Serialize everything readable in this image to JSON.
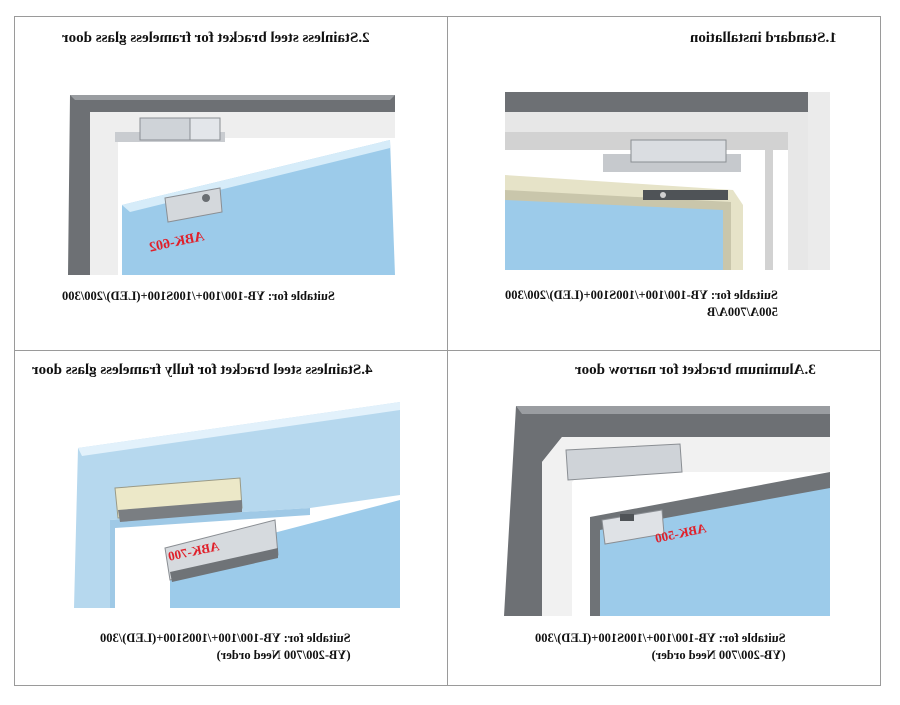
{
  "panels": [
    {
      "title": "1.Standard installation",
      "suitable_lines": [
        "Suitable for: YB-100/100+/100S100+(LED)/200/300",
        "500A/700A/B"
      ],
      "label": ""
    },
    {
      "title": "2.Stainless steel bracket for frameless glass door",
      "suitable_lines": [
        "Suitable for: YB-100/100+/100S100+(LED)/200/300"
      ],
      "label": "ABK-602"
    },
    {
      "title": "3.Aluminum bracket for narrow door",
      "suitable_lines": [
        "Suitable for: YB-100/100+/100S100+(LED)/300",
        "(YB-200/700 Need order)"
      ],
      "label": "ABK-500"
    },
    {
      "title": "4.Stainless steel bracket for fully frameless glass door",
      "suitable_lines": [
        "Suitable for: YB-100/100+/100S100+(LED)/300",
        "(YB-200/700 Need order)"
      ],
      "label": "ABK-700"
    }
  ],
  "colors": {
    "frame_dark": "#6d7074",
    "glass_blue": "#9ccbea",
    "label_red": "#e0202a",
    "wood_beige": "#e6e3c8"
  }
}
